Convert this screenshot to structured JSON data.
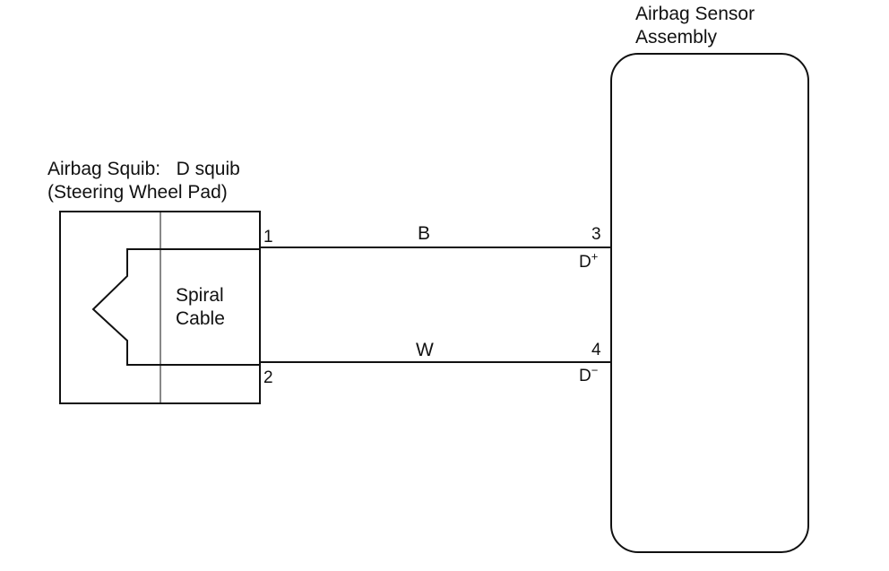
{
  "squib": {
    "title_line1": "Airbag Squib:",
    "title_type": "D squib",
    "title_line2": "(Steering Wheel Pad)",
    "inner_label_line1": "Spiral",
    "inner_label_line2": "Cable",
    "pin_top": "1",
    "pin_bottom": "2"
  },
  "sensor": {
    "title_line1": "Airbag Sensor",
    "title_line2": "Assembly",
    "pin_top": "3",
    "pin_top_name": "D",
    "pin_top_polarity": "+",
    "pin_bottom": "4",
    "pin_bottom_name": "D",
    "pin_bottom_polarity": "−"
  },
  "wires": {
    "top_color": "B",
    "bottom_color": "W"
  },
  "colors": {
    "line": "#111111",
    "background": "#ffffff"
  }
}
